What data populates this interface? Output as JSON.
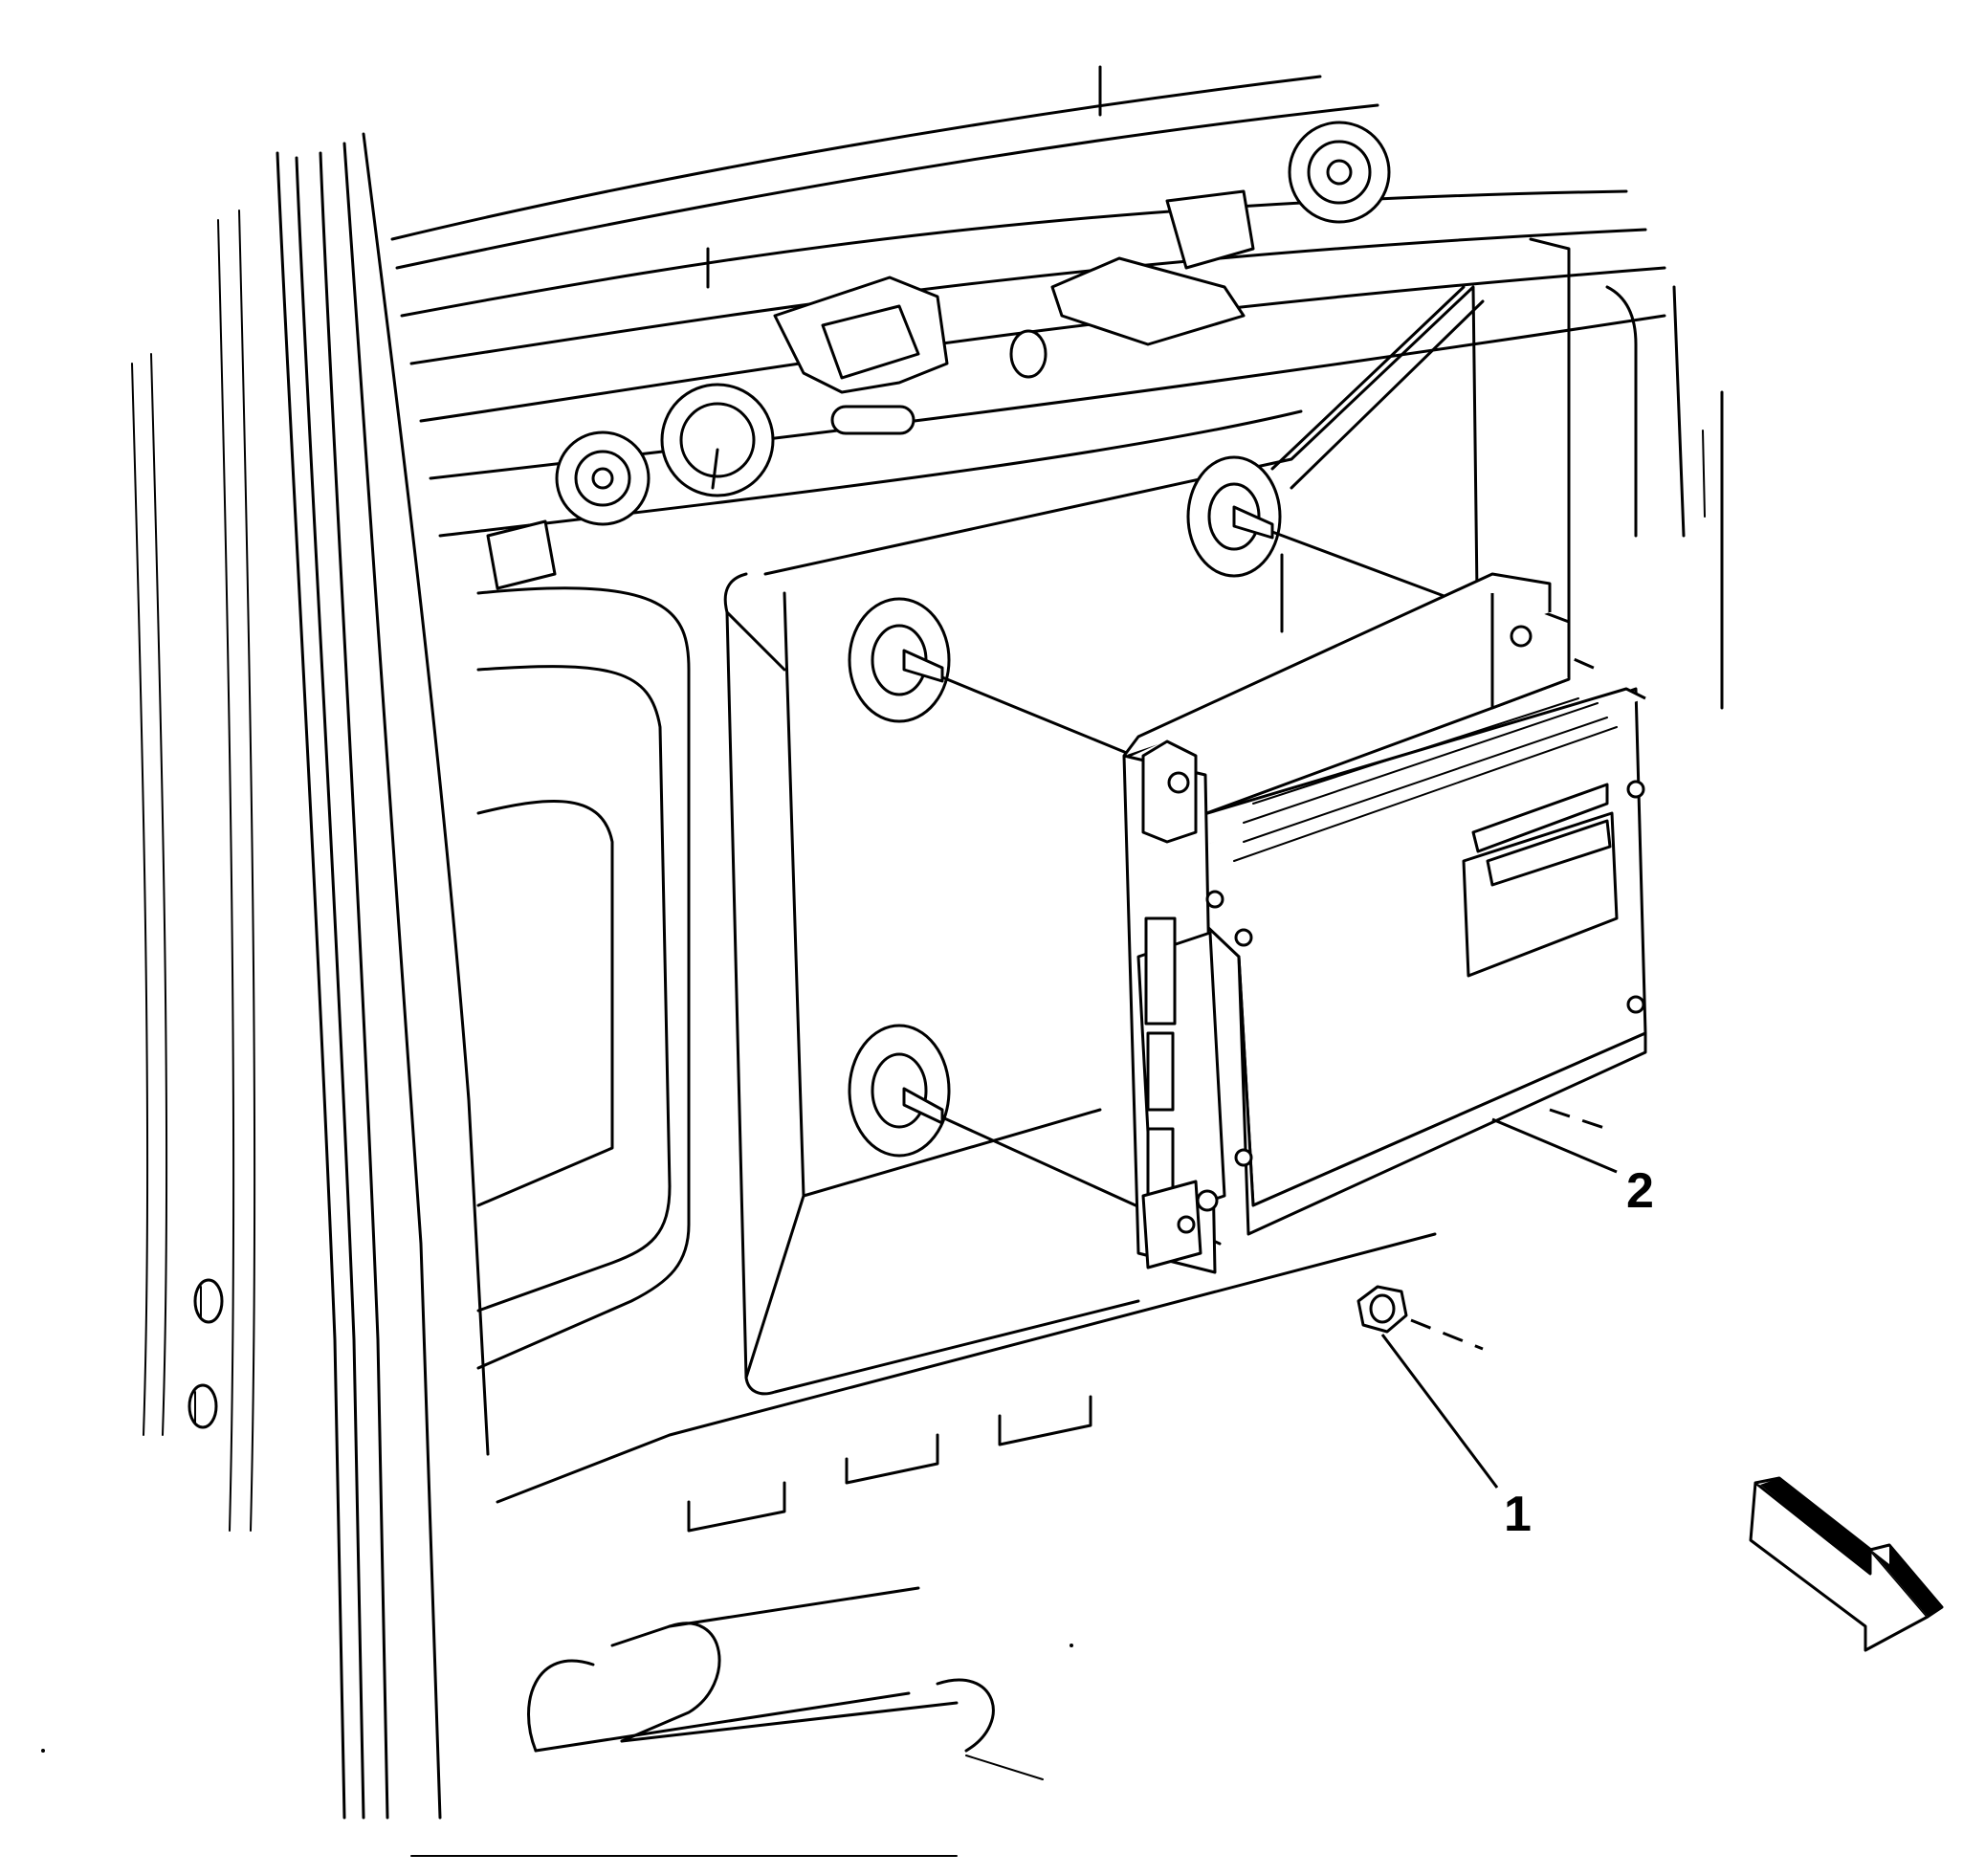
{
  "diagram": {
    "callouts": [
      {
        "id": "1",
        "label": "1"
      },
      {
        "id": "2",
        "label": "2"
      }
    ],
    "icons": {
      "direction_arrow": "front-direction-arrow-icon",
      "nut": "nut-icon",
      "module": "amplifier-module-icon"
    },
    "colors": {
      "ink": "#000000",
      "paper": "#ffffff"
    }
  }
}
